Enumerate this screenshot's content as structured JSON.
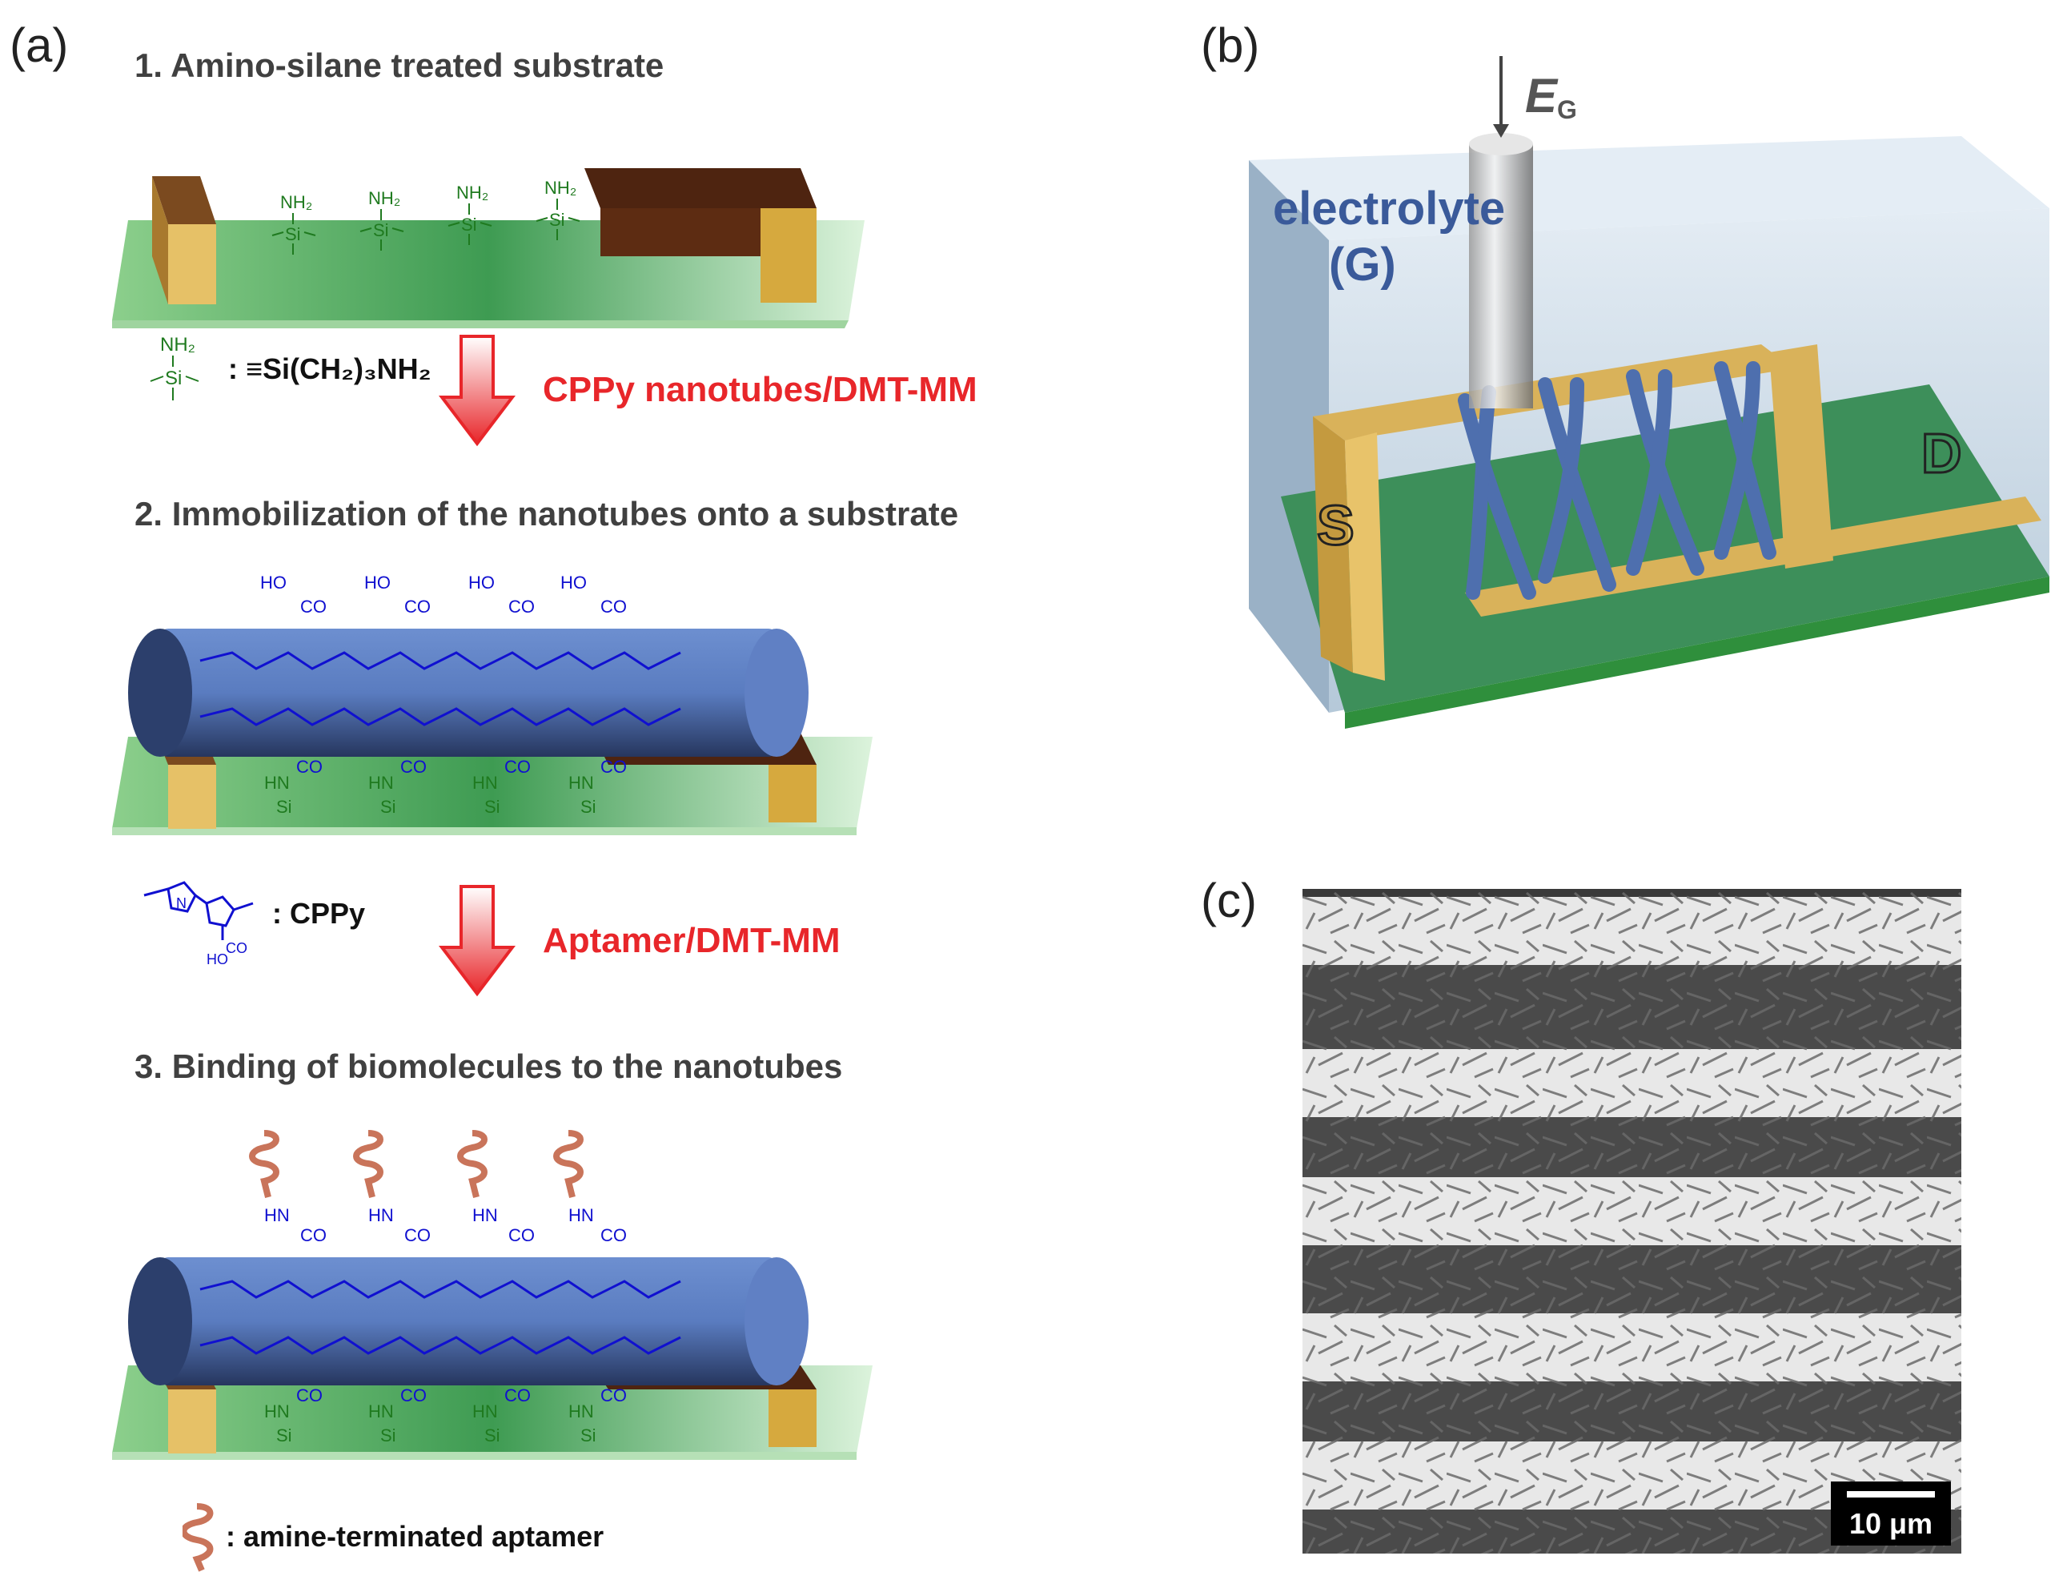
{
  "panels": {
    "a": "(a)",
    "b": "(b)",
    "c": "(c)"
  },
  "steps": {
    "step1": "1. Amino-silane treated substrate",
    "step2": "2. Immobilization of the nanotubes onto a substrate",
    "step3": "3. Binding of biomolecules to the nanotubes"
  },
  "arrows": {
    "arrow1": "CPPy nanotubes/DMT-MM",
    "arrow2": "Aptamer/DMT-MM"
  },
  "legend": {
    "silane": ": ≡Si(CH₂)₃NH₂",
    "cppy": ": CPPy",
    "aptamer": ": amine-terminated aptamer"
  },
  "chem": {
    "nh2": "NH₂",
    "si": "Si",
    "ho": "HO",
    "co": "CO",
    "hn": "HN",
    "n": "N"
  },
  "device": {
    "electrolyte_line1": "electrolyte",
    "electrolyte_line2": "(G)",
    "gate_symbol": "E",
    "gate_subscript": "G",
    "source": "S",
    "drain": "D"
  },
  "sem": {
    "scale_bar": "10 μm"
  },
  "colors": {
    "red": "#e8262a",
    "green_chem": "#1f7a1f",
    "blue_chem": "#1010d0",
    "electrode_gold": "#e6bd5e",
    "electrode_brown": "#6a3315",
    "tube_blue": "#5d7ec0"
  }
}
